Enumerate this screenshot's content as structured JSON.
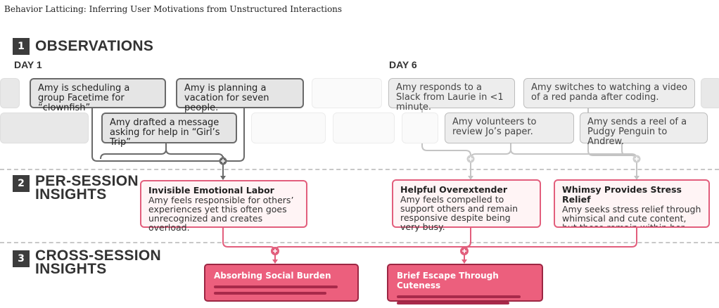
{
  "caption": "Behavior Latticing: Inferring User Motivations from Unstructured Interactions",
  "sections": [
    {
      "number": "1",
      "title": "OBSERVATIONS"
    },
    {
      "number": "2",
      "title": "PER-SESSION\nINSIGHTS"
    },
    {
      "number": "3",
      "title": "CROSS-SESSION\nINSIGHTS"
    }
  ],
  "days": [
    "DAY 1",
    "DAY 6"
  ],
  "observations": [
    "Amy is scheduling a group Facetime for “clownfish”",
    "Amy is planning a vacation for seven people.",
    "Amy drafted a message asking for help in “Girl’s Trip”",
    "Amy responds to a Slack from Laurie in <1 minute.",
    "Amy switches to watching a video of a red panda after coding.",
    "Amy volunteers to review Jo’s paper.",
    "Amy sends a reel of a Pudgy Penguin to Andrew."
  ],
  "per_session": [
    {
      "title": "Invisible Emotional Labor",
      "body": "Amy feels responsible for others’ experiences yet this often goes unrecognized and creates overload."
    },
    {
      "title": "Helpful Overextender",
      "body": "Amy feels compelled to support others and remain responsive despite being very busy."
    },
    {
      "title": "Whimsy Provides Stress Relief",
      "body": "Amy seeks stress relief through whimsical and cute content, but these remain within her working…"
    }
  ],
  "cross_session": [
    {
      "title": "Absorbing Social Burden"
    },
    {
      "title": "Brief Escape Through Cuteness"
    }
  ],
  "colors": {
    "accent": "#ec5f7d",
    "accent_border": "#9c2643",
    "insight_border": "#e25e7c",
    "active_border": "#6a6a6a"
  }
}
